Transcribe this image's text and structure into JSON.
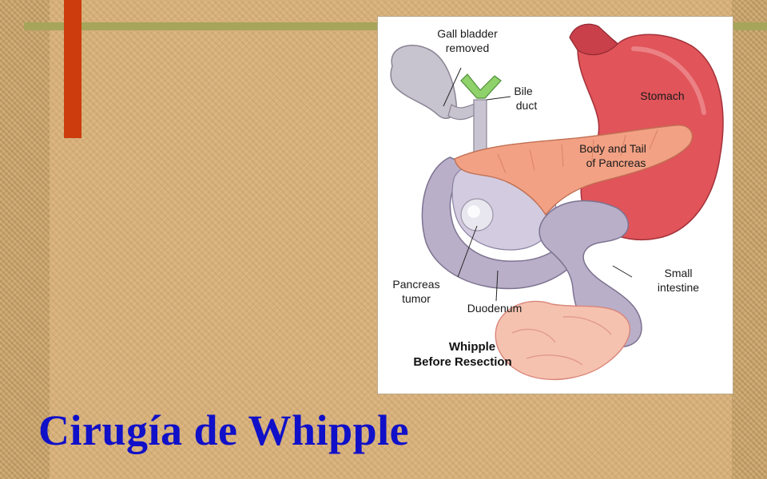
{
  "slide": {
    "title": "Cirugía de Whipple"
  },
  "diagram": {
    "caption_line1": "Whipple",
    "caption_line2": "Before Resection",
    "labels": {
      "gallbladder_line1": "Gall bladder",
      "gallbladder_line2": "removed",
      "bile_duct_line1": "Bile",
      "bile_duct_line2": "duct",
      "stomach": "Stomach",
      "pancreas_body_line1": "Body and Tail",
      "pancreas_body_line2": "of Pancreas",
      "tumor_line1": "Pancreas",
      "tumor_line2": "tumor",
      "duodenum": "Duodenum",
      "small_intestine_line1": "Small",
      "small_intestine_line2": "intestine"
    }
  },
  "colors": {
    "title": "#1010c8",
    "accent_bar": "#cc3c0c",
    "top_rule": "#a6a55a",
    "stomach": "#e0545a",
    "pancreas": "#f2a184",
    "intestine": "#b9afc9",
    "bile_duct": "#8fd16a"
  }
}
